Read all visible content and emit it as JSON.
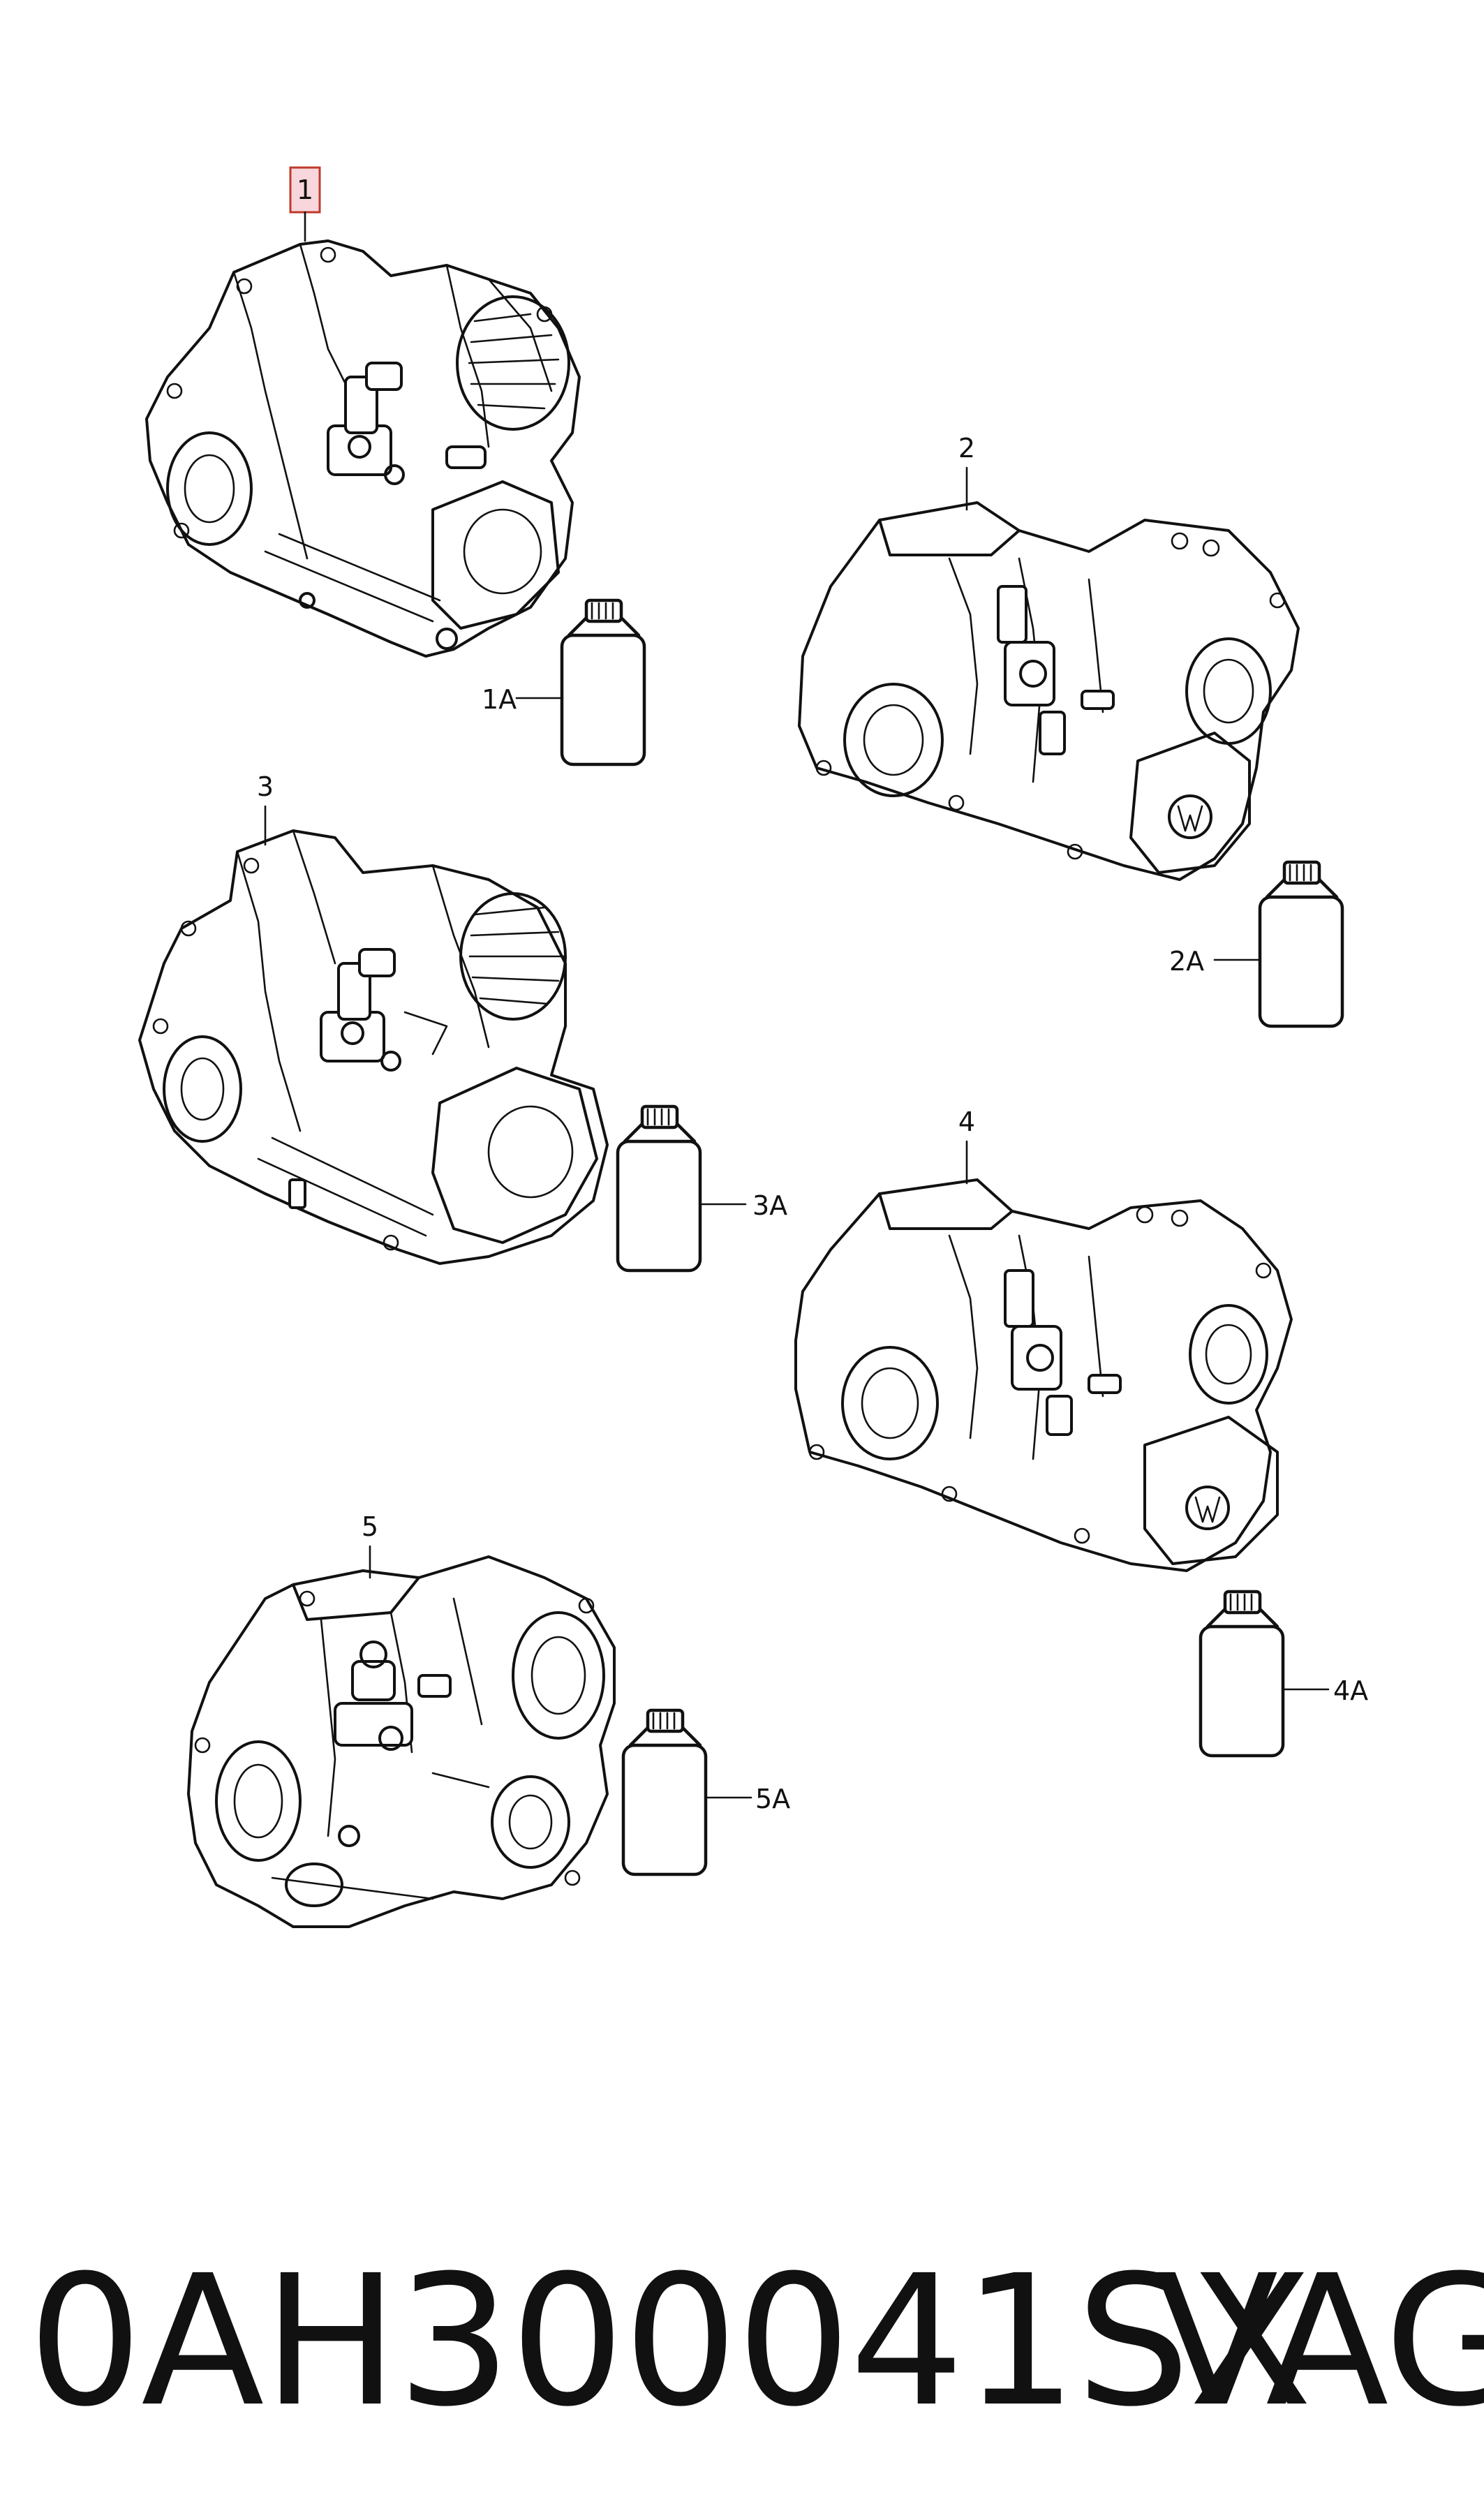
{
  "callouts": {
    "p1": "1",
    "p1a": "1A",
    "p2": "2",
    "p2a": "2A",
    "p3": "3",
    "p3a": "3A",
    "p4": "4",
    "p4a": "4A",
    "p5": "5",
    "p5a": "5A"
  },
  "footer": {
    "part_number": "0AH300041SX",
    "brand": "VAG"
  },
  "colors": {
    "line": "#111111",
    "highlight_fill": "#f8d7dc",
    "highlight_stroke": "#c0392b",
    "background": "#ffffff"
  }
}
